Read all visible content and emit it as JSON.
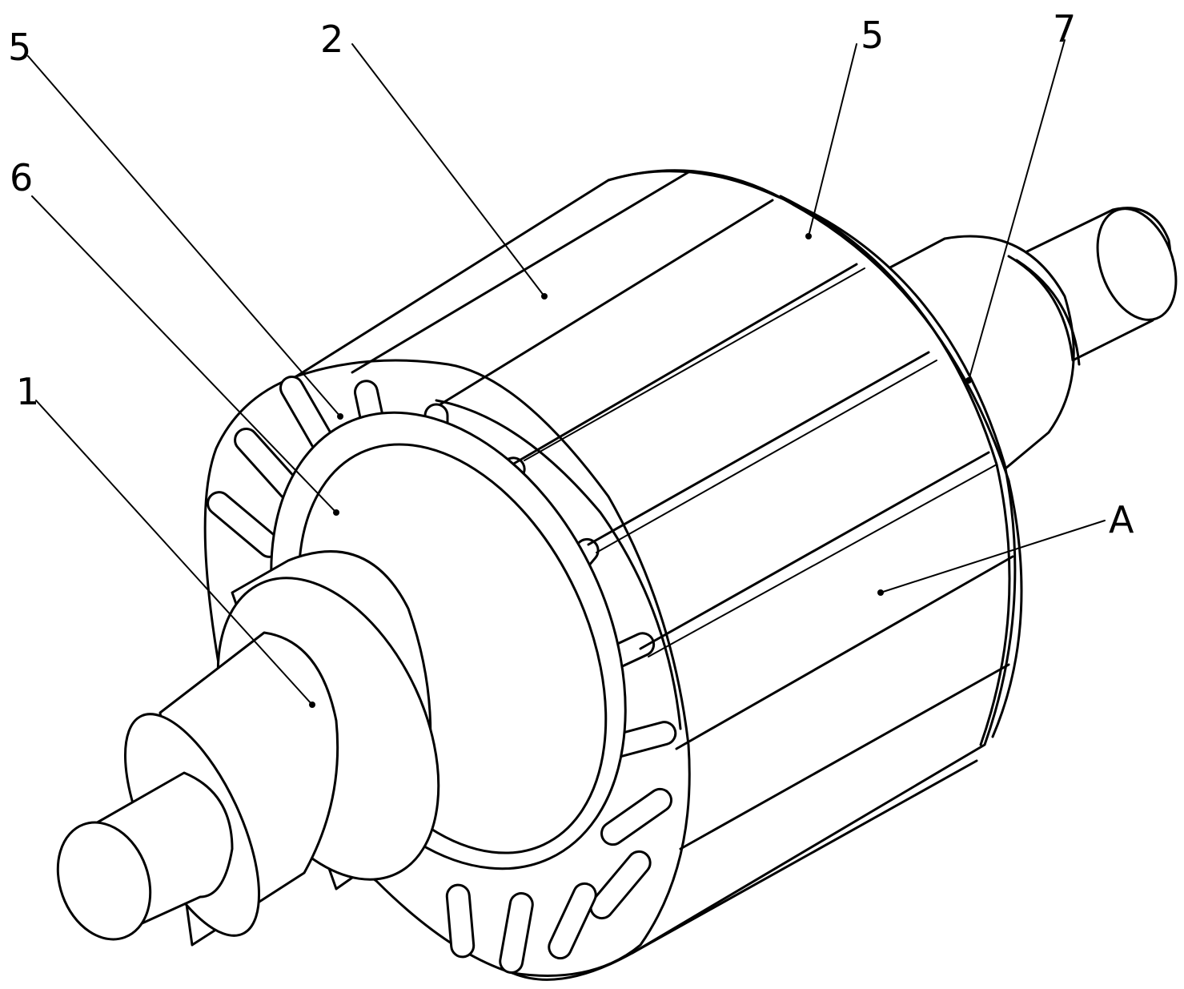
{
  "figure": {
    "labels": {
      "l5_left": "5",
      "l2": "2",
      "l5_right": "5",
      "l7": "7",
      "l6": "6",
      "l1": "1",
      "lA": "A"
    }
  },
  "colors": {
    "line": "#000000",
    "background": "#ffffff"
  }
}
